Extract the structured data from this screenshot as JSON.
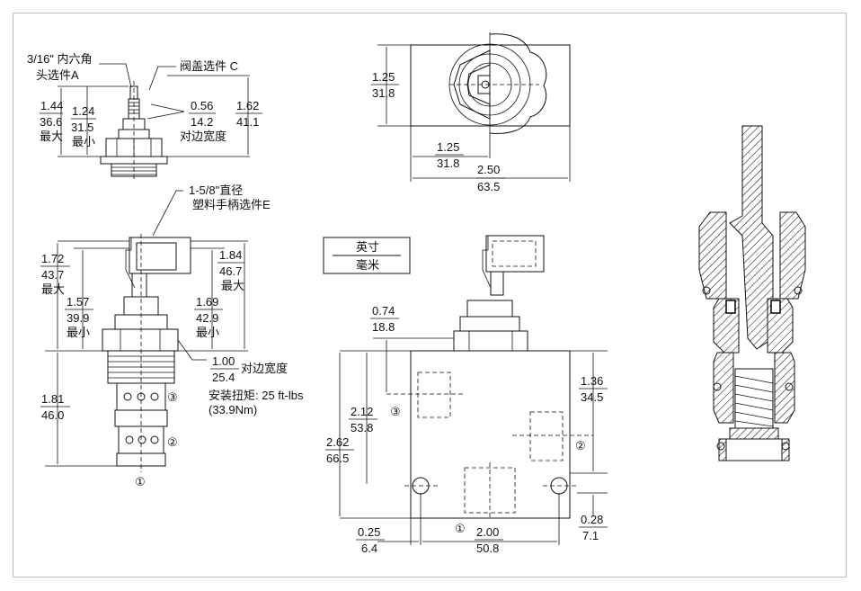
{
  "labels": {
    "hex_key_1": "3/16\" 内六角",
    "hex_key_2": "头选件A",
    "cap_option": "阀盖选件 C",
    "knob_1": "1-5/8\"直径",
    "knob_2": "塑料手柄选件E",
    "across_flats": "对边宽度",
    "torque_1": "安装扭矩: 25 ft-lbs",
    "torque_2": "(33.9Nm)",
    "max": "最大",
    "min": "最小",
    "unit_inch": "英寸",
    "unit_mm": "毫米"
  },
  "dims": {
    "a_in": "1.44",
    "a_mm": "36.6",
    "b_in": "1.24",
    "b_mm": "31.5",
    "c_in": "0.56",
    "c_mm": "14.2",
    "d_in": "1.62",
    "d_mm": "41.1",
    "e_in": "1.25",
    "e_mm": "31.8",
    "f_in": "1.25",
    "f_mm": "31.8",
    "g_in": "2.50",
    "g_mm": "63.5",
    "h_in": "1.72",
    "h_mm": "43.7",
    "i_in": "1.84",
    "i_mm": "46.7",
    "j_in": "1.57",
    "j_mm": "39.9",
    "k_in": "1.69",
    "k_mm": "42.9",
    "l_in": "1.00",
    "l_mm": "25.4",
    "m_in": "1.81",
    "m_mm": "46.0",
    "n_in": "0.74",
    "n_mm": "18.8",
    "o_in": "1.36",
    "o_mm": "34.5",
    "p_in": "2.12",
    "p_mm": "53.8",
    "q_in": "2.62",
    "q_mm": "66.5",
    "r_in": "0.25",
    "r_mm": "6.4",
    "s_in": "2.00",
    "s_mm": "50.8",
    "t_in": "0.28",
    "t_mm": "7.1"
  },
  "ports": {
    "p1": "①",
    "p2": "②",
    "p3": "③"
  }
}
